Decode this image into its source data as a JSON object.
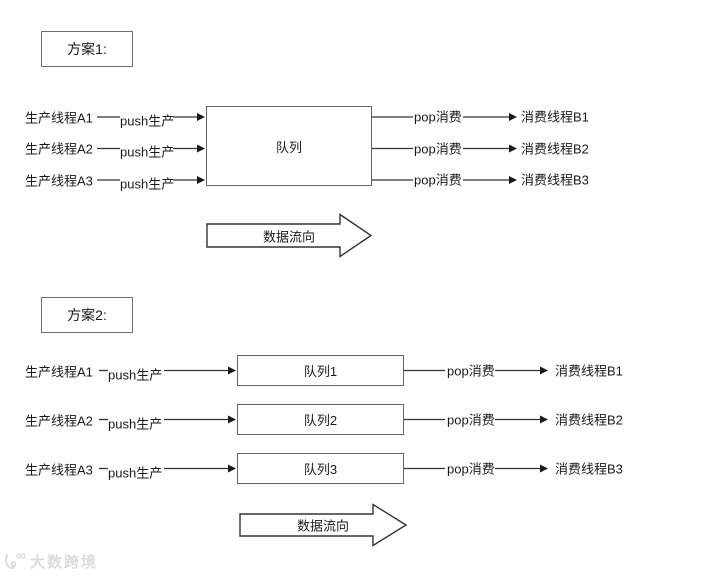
{
  "diagram": {
    "scheme1": {
      "title": "方案1:",
      "producers": [
        "生产线程A1",
        "生产线程A2",
        "生产线程A3"
      ],
      "push_label": "push生产",
      "queue": "队列",
      "pop_label": "pop消费",
      "consumers": [
        "消费线程B1",
        "消费线程B2",
        "消费线程B3"
      ],
      "flow_arrow": "数据流向"
    },
    "scheme2": {
      "title": "方案2:",
      "producers": [
        "生产线程A1",
        "生产线程A2",
        "生产线程A3"
      ],
      "push_label": "push生产",
      "queues": [
        "队列1",
        "队列2",
        "队列3"
      ],
      "pop_label": "pop消费",
      "consumers": [
        "消费线程B1",
        "消费线程B2",
        "消费线程B3"
      ],
      "flow_arrow": "数据流向"
    }
  },
  "watermark": "大数跨境",
  "colors": {
    "background": "#ffffff",
    "line": "#333333",
    "box_border": "#666666",
    "text": "#1a1a1a",
    "watermark": "#dcdcdc"
  }
}
